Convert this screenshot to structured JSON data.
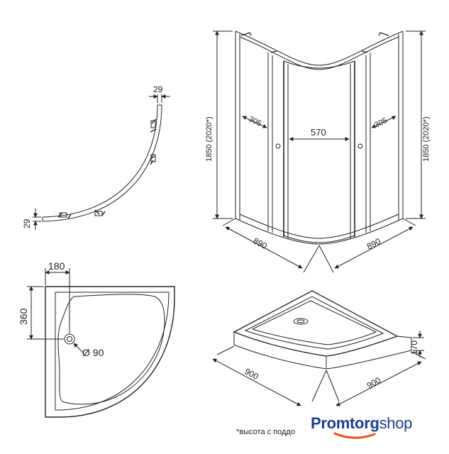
{
  "plan_view": {
    "dim_top": "29",
    "dim_side": "29"
  },
  "cabin_view": {
    "height_left": "1850 (2020*)",
    "height_right": "1850 (2020*)",
    "panel_left": "305",
    "door_width": "570",
    "panel_right": "305",
    "base_left": "890",
    "base_right": "890"
  },
  "tray_top_view": {
    "drain_offset_x": "180",
    "drain_offset_y": "360",
    "drain_diameter": "Ø 90"
  },
  "tray_iso_view": {
    "width_left": "900",
    "width_right": "900",
    "height": "170"
  },
  "footnote": "*высота с поддо",
  "logo": {
    "part1": "Promtorg",
    "part2": "shop",
    "swoosh_color": "#e8501c",
    "brand_color": "#1d3f8f"
  }
}
